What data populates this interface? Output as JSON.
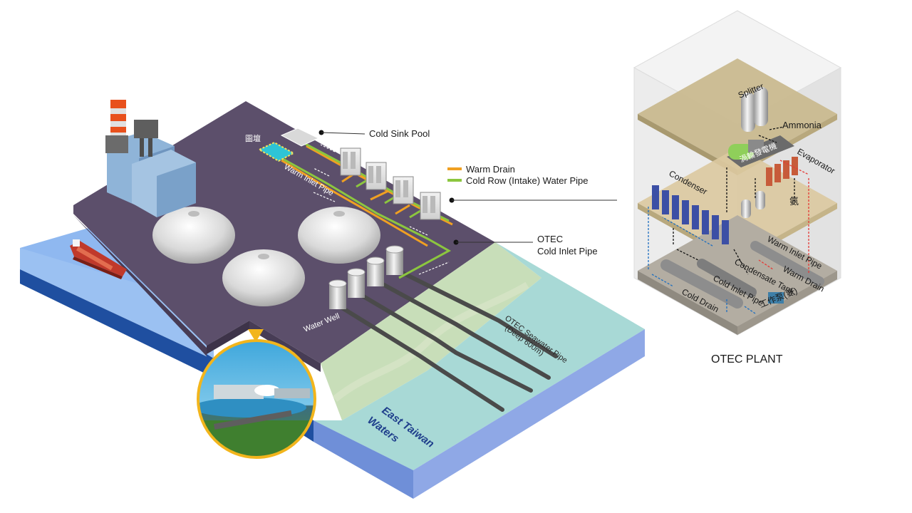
{
  "labels": {
    "cold_sink_pool": "Cold Sink Pool",
    "warm_drain_legend": "Warm  Drain",
    "cold_row_legend": "Cold Row (Intake) Water Pipe",
    "otec_cold_inlet_1": "OTEC",
    "otec_cold_inlet_2": "Cold Inlet Pipe",
    "warm_inlet_pipe_main": "Warm Inlet Pipe",
    "water_well": "Water Well",
    "seawater_pipe_1": "OTEC Seawater Pipe",
    "seawater_pipe_2": "(Deep 600m)",
    "east_taiwan_1": "East Taiwan",
    "east_taiwan_2": "Waters",
    "pool_sign": "圖壇",
    "plant_title": "OTEC PLANT",
    "splitter": "Splitter",
    "ammonia": "Ammonia",
    "evaporator": "Evaporator",
    "generator": "渦輪發電機",
    "condenser": "Condenser",
    "ammonia_char": "氨",
    "warm_inlet_pipe_plant": "Warm Inlet Pipe",
    "warm_drain_plant": "Warm Drain",
    "condensate_tank": "Condensate Tank",
    "cold_inlet_pipe_plant": "Cold Inlet Pipe",
    "cold_drain": "Cold Drain",
    "pump_label": "工作泵(氨)"
  },
  "colors": {
    "land_top": "#5c4f6b",
    "sea_light": "#8fb8f0",
    "sea_dark": "#1f4fa0",
    "warm_pipe": "#f0a022",
    "cold_pipe": "#8cc63f",
    "coast": "#b8d8a8",
    "shallow_water": "#9fd6d3",
    "photo_border": "#f2b51c",
    "plant_floor": "#c9b98f"
  }
}
